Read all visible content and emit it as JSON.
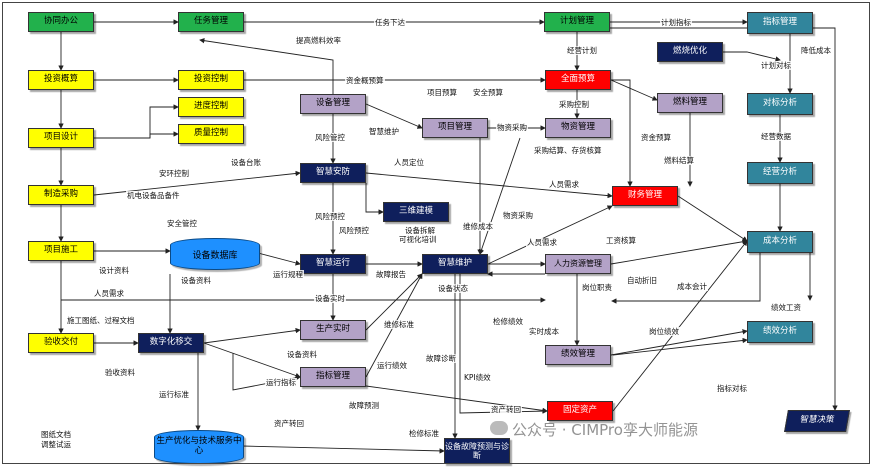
{
  "boxes": {
    "xietong": "协同办公",
    "renwu": "任务管理",
    "jihua": "计划管理",
    "zhibiao": "指标管理",
    "touzigaisuan": "投资概算",
    "touzikongzhi": "投资控制",
    "jindu": "进度控制",
    "zhiliang": "质量控制",
    "xiangmusheji": "项目设计",
    "zhizaocaigou": "制造采购",
    "xiangmushigong": "项目施工",
    "yanshou": "验收交付",
    "ranshao": "燃烧优化",
    "quanjiyusuan": "全面预算",
    "ranliao": "燃料管理",
    "duibiao": "对标分析",
    "shebei": "设备管理",
    "xiangmuguanli": "项目管理",
    "wuzi": "物资管理",
    "jingying": "经营分析",
    "zhihuianfang": "智慧安防",
    "caiwu": "财务管理",
    "sanwei": "三维建模",
    "chengben": "成本分析",
    "zhihuiyunxing": "智慧运行",
    "zhihuiweihu": "智慧维护",
    "renli": "人力资源管理",
    "shengchan": "生产实时",
    "shuzihua": "数字化移交",
    "jixiao": "绩效分析",
    "zhibiaoguanli2": "指标管理",
    "jixiaoguanli": "绩效管理",
    "guding": "固定资产",
    "zhihuijuece": "智慧决策",
    "guzhang": "设备故障预测与诊断"
  },
  "cylinders": {
    "shebeishujuku": "设备数据库",
    "shengchanyouhua": "生产优化与技术服务中心"
  },
  "labels": {
    "renwuxiada": "任务下达",
    "jihuazhibiao": "计划指标",
    "tigaoranshao": "提高燃料效率",
    "jiangdichengben": "降低成本",
    "jingyingjihua": "经营计划",
    "jihuaduibiao": "计划对标",
    "zijingaisuan": "资金概预算",
    "xiangmuyusuan": "项目预算",
    "anquanyusuan": "安全预算",
    "caigoukongzhi": "采购控制",
    "fengxianguankong": "风险管控",
    "zhihuiweihu_l": "智慧维护",
    "wuzicaigou": "物资采购",
    "zijinyusuan": "资金预算",
    "jingyingshuju": "经营数据",
    "caigoujiesuan": "采购结算、存货核算",
    "ranliaojiesuan": "燃料结算",
    "anhuankongzhi": "安环控制",
    "shebeitaizhang": "设备台账",
    "renyuandingwei": "人员定位",
    "renyuanxuqiu": "人员需求",
    "jidianshebei": "机电设备品备件",
    "anquanguankong": "安全管控",
    "fengxianyukong": "风险预控",
    "fengxianyukong2": "风险预控",
    "shebeichaijie": "设备拆解",
    "keshihua": "可视化培训",
    "weixiuchengben": "维修成本",
    "wuzicaigou2": "物资采购",
    "renyuanxuqiu2": "人员需求",
    "gongzihesuan": "工资核算",
    "shejiziliao": "设计资料",
    "shebeiziliao": "设备资料",
    "yunxingguicheng": "运行规程",
    "guzhangbaogao": "故障报告",
    "shebeizhuangtai": "设备状态",
    "zidongzhejiu": "自动折旧",
    "gangweizhize": "岗位职责",
    "chengbenkuaiji": "成本会计",
    "renyuanxuqiu3": "人员需求",
    "shebeishishi": "设备实时",
    "jixiaogongzi": "绩效工资",
    "shigongtuzhi": "施工图纸、过程文档",
    "weixiubiaozhun": "维修标准",
    "jianxiujixiao": "检修绩效",
    "shishichengben": "实时成本",
    "gangweijixiao": "岗位绩效",
    "shebeiziliao2": "设备资料",
    "guzhangzhenduan": "故障诊断",
    "yanshouziliao": "验收资料",
    "yunxingjixiao": "运行绩效",
    "kpijixiao": "KPI绩效",
    "yunxingzhibiao": "运行指标",
    "zhibiaoduibiao": "指标对标",
    "yunxingbiaozhun": "运行标准",
    "guzhangyuce": "故障预测",
    "zichanzhuanhui": "资产转回",
    "zichanzhuanhui2": "资产转回",
    "tuzhiwendang": "图纸文档",
    "tiaozhengshishi": "调整试运",
    "jianxiubiaozhun": "检修标准"
  },
  "watermark": "公众号 · CIMPro孪大师能源"
}
